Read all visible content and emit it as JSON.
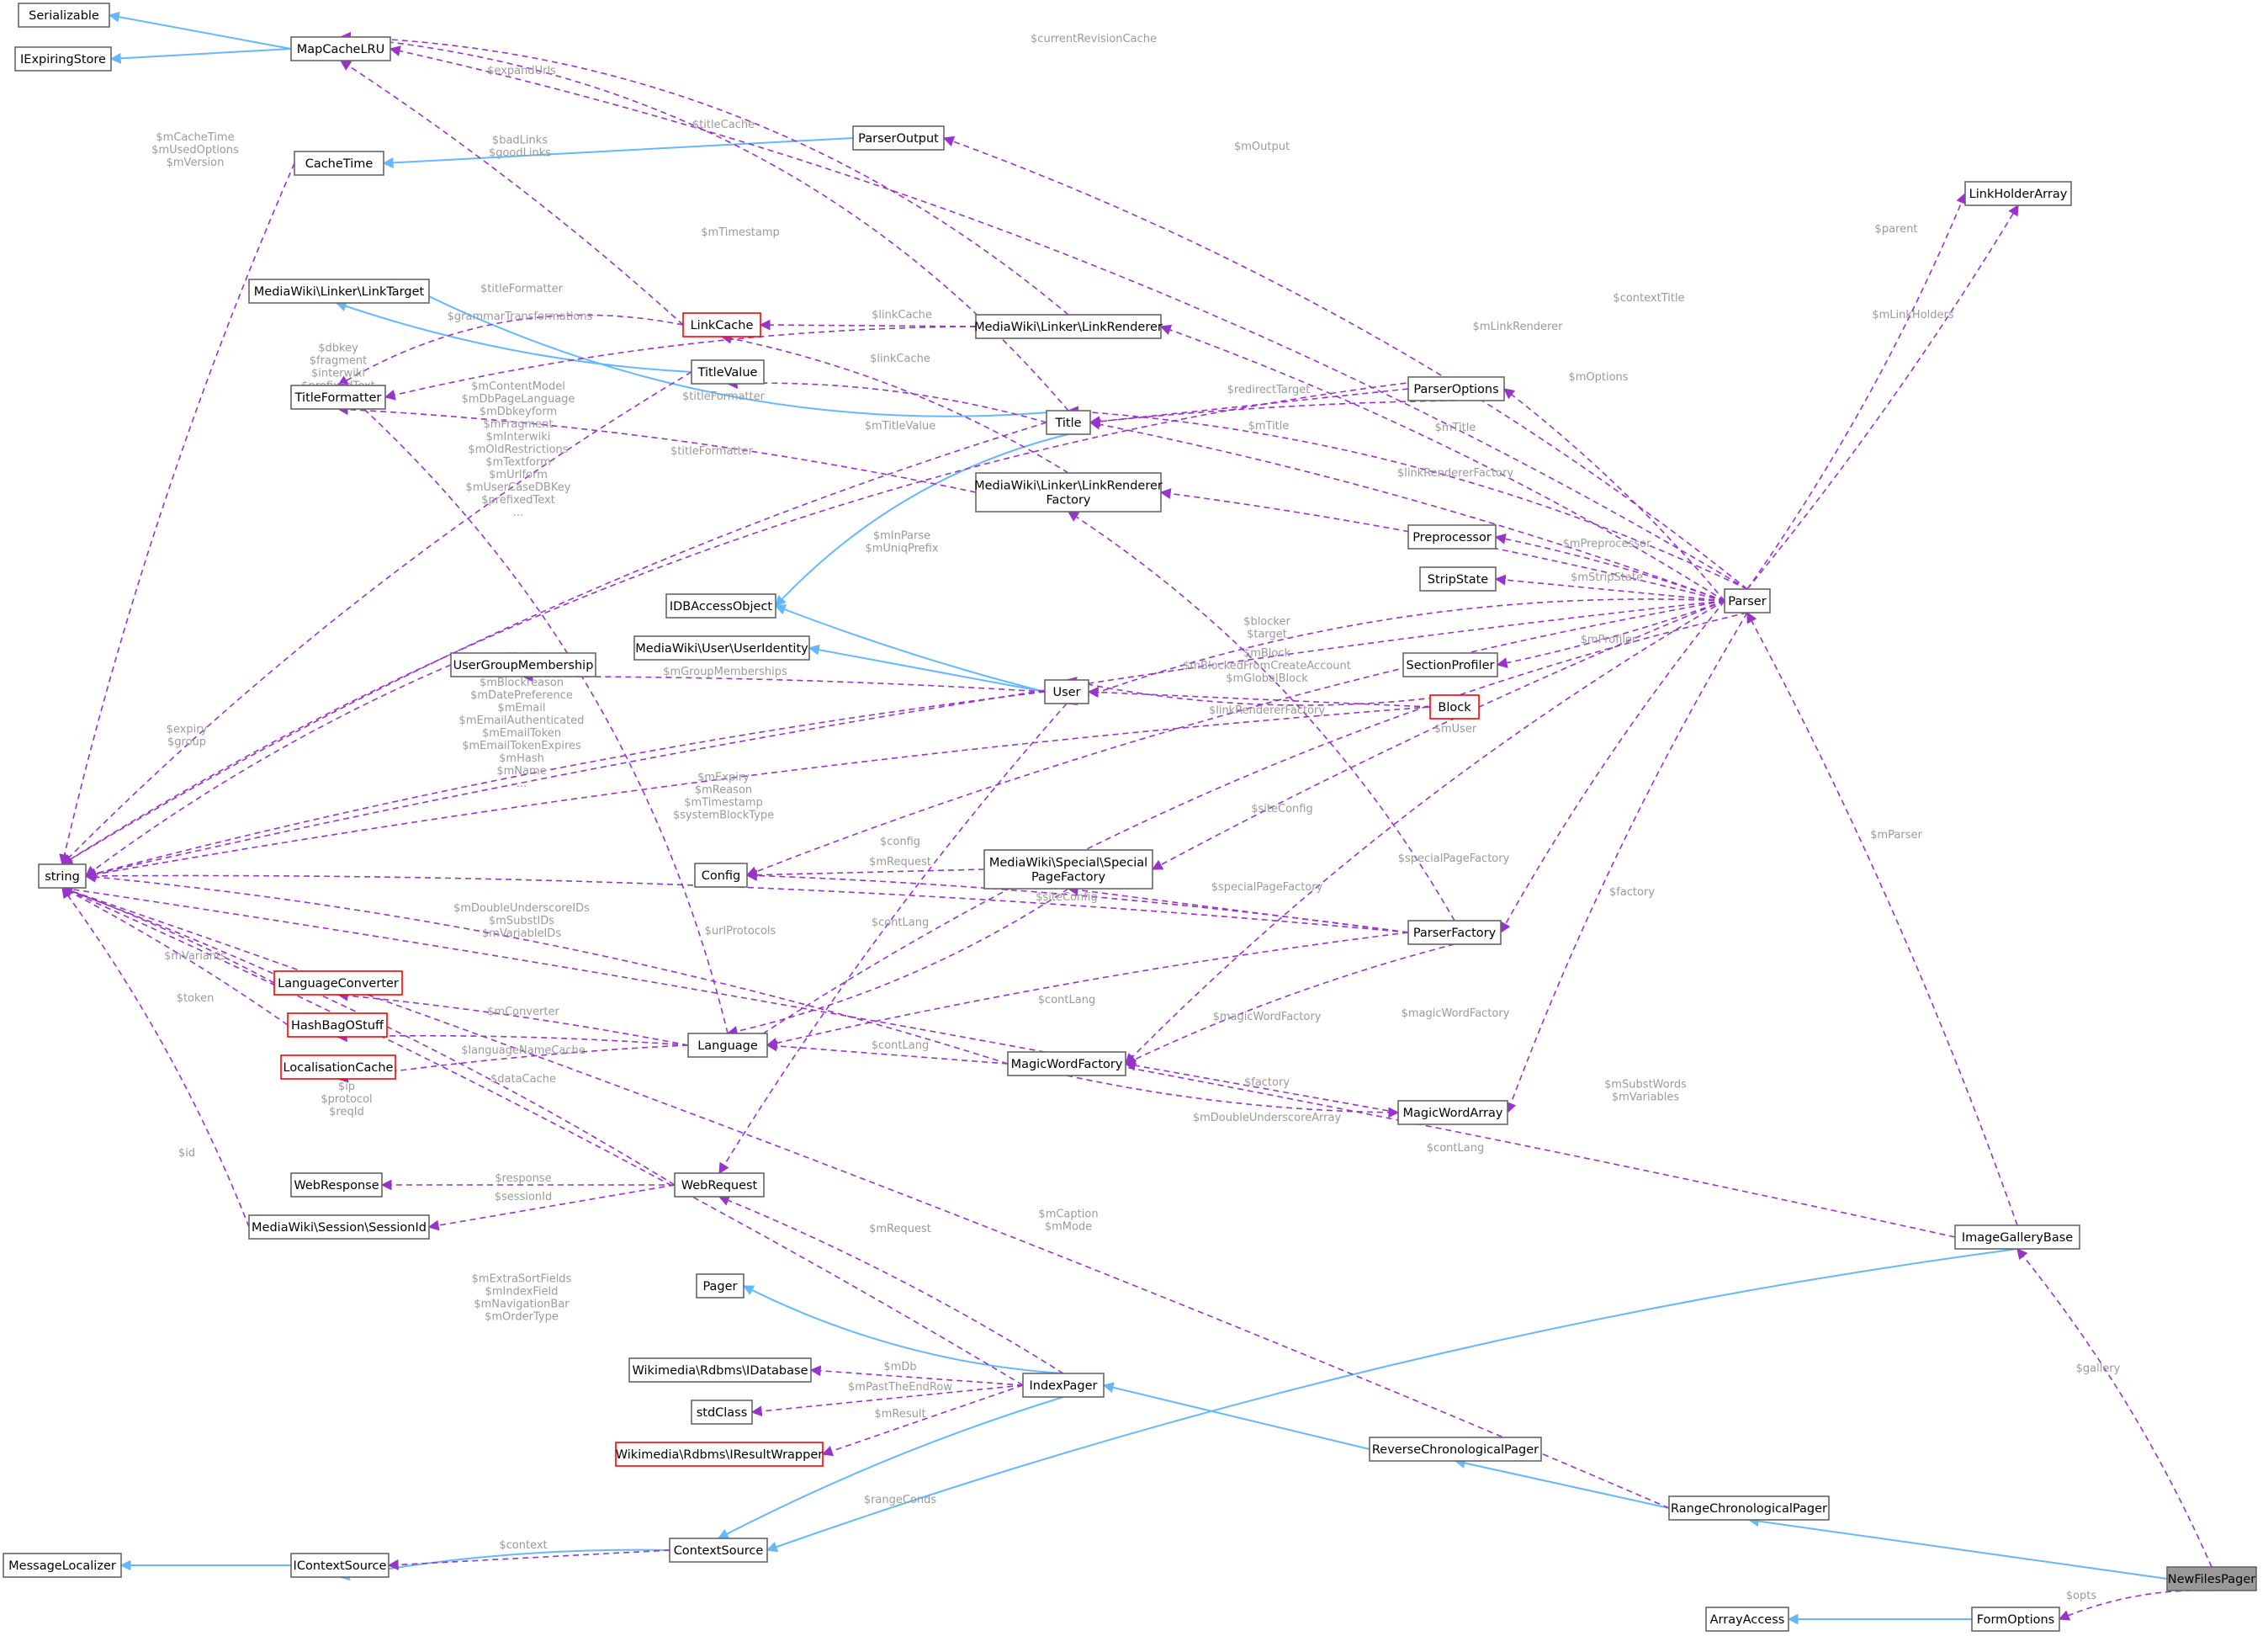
{
  "diagram": {
    "nodes": [
      {
        "id": "Serializable",
        "label": "Serializable"
      },
      {
        "id": "IExpiringStore",
        "label": "IExpiringStore"
      },
      {
        "id": "MapCacheLRU",
        "label": "MapCacheLRU"
      },
      {
        "id": "CacheTime",
        "label": "CacheTime"
      },
      {
        "id": "ParserOutput",
        "label": "ParserOutput"
      },
      {
        "id": "LinkTarget",
        "label": "MediaWiki\\Linker\\LinkTarget"
      },
      {
        "id": "LinkCache",
        "label": "LinkCache"
      },
      {
        "id": "LinkRenderer",
        "label": "MediaWiki\\Linker\\LinkRenderer"
      },
      {
        "id": "TitleValue",
        "label": "TitleValue"
      },
      {
        "id": "TitleFormatter",
        "label": "TitleFormatter"
      },
      {
        "id": "Title",
        "label": "Title"
      },
      {
        "id": "ParserOptions",
        "label": "ParserOptions"
      },
      {
        "id": "LinkRendererFactory",
        "label": "MediaWiki\\Linker\\LinkRenderer\nFactory"
      },
      {
        "id": "LinkHolderArray",
        "label": "LinkHolderArray"
      },
      {
        "id": "Preprocessor",
        "label": "Preprocessor"
      },
      {
        "id": "StripState",
        "label": "StripState"
      },
      {
        "id": "Parser",
        "label": "Parser"
      },
      {
        "id": "SectionProfiler",
        "label": "SectionProfiler"
      },
      {
        "id": "IDBAccessObject",
        "label": "IDBAccessObject"
      },
      {
        "id": "UserIdentity",
        "label": "MediaWiki\\User\\UserIdentity"
      },
      {
        "id": "UserGroupMembership",
        "label": "UserGroupMembership"
      },
      {
        "id": "User",
        "label": "User"
      },
      {
        "id": "Block",
        "label": "Block"
      },
      {
        "id": "string",
        "label": "string"
      },
      {
        "id": "Config",
        "label": "Config"
      },
      {
        "id": "SpecialPageFactory",
        "label": "MediaWiki\\Special\\Special\nPageFactory"
      },
      {
        "id": "ParserFactory",
        "label": "ParserFactory"
      },
      {
        "id": "LanguageConverter",
        "label": "LanguageConverter"
      },
      {
        "id": "HashBagOStuff",
        "label": "HashBagOStuff"
      },
      {
        "id": "LocalisationCache",
        "label": "LocalisationCache"
      },
      {
        "id": "Language",
        "label": "Language"
      },
      {
        "id": "MagicWordFactory",
        "label": "MagicWordFactory"
      },
      {
        "id": "MagicWordArray",
        "label": "MagicWordArray"
      },
      {
        "id": "WebResponse",
        "label": "WebResponse"
      },
      {
        "id": "WebRequest",
        "label": "WebRequest"
      },
      {
        "id": "SessionId",
        "label": "MediaWiki\\Session\\SessionId"
      },
      {
        "id": "ImageGalleryBase",
        "label": "ImageGalleryBase"
      },
      {
        "id": "Pager",
        "label": "Pager"
      },
      {
        "id": "IDatabase",
        "label": "Wikimedia\\Rdbms\\IDatabase"
      },
      {
        "id": "IndexPager",
        "label": "IndexPager"
      },
      {
        "id": "stdClass",
        "label": "stdClass"
      },
      {
        "id": "IResultWrapper",
        "label": "Wikimedia\\Rdbms\\IResultWrapper"
      },
      {
        "id": "ReverseChronologicalPager",
        "label": "ReverseChronologicalPager"
      },
      {
        "id": "RangeChronologicalPager",
        "label": "RangeChronologicalPager"
      },
      {
        "id": "MessageLocalizer",
        "label": "MessageLocalizer"
      },
      {
        "id": "IContextSource",
        "label": "IContextSource"
      },
      {
        "id": "ContextSource",
        "label": "ContextSource"
      },
      {
        "id": "NewFilesPager",
        "label": "NewFilesPager"
      },
      {
        "id": "ArrayAccess",
        "label": "ArrayAccess"
      },
      {
        "id": "FormOptions",
        "label": "FormOptions"
      }
    ],
    "edge_labels": [
      "$currentRevisionCache",
      "$expandUrls",
      "$titleCache",
      "$badLinks\n$goodLinks",
      "$mCacheTime\n$mUsedOptions\n$mVersion",
      "$mOutput",
      "$mTimestamp",
      "$titleFormatter",
      "$grammarTransformations",
      "$linkCache",
      "$linkCache",
      "$dbkey\n$fragment\n$interwiki\n$prefixedText",
      "$titleFormatter",
      "$mTitleValue",
      "$redirectTarget",
      "$mTitle",
      "$titleFormatter",
      "$mContentModel\n$mDbPageLanguage\n$mDbkeyform\n$mFragment\n$mInterwiki\n$mOldRestrictions\n$mTextform\n$mUrlform\n$mUserCaseDBKey\n$prefixedText\n...",
      "$mInParse\n$mUniqPrefix",
      "$contextTitle",
      "$mLinkRenderer",
      "$mOptions",
      "$mTitle",
      "$linkRendererFactory",
      "$parent",
      "$mLinkHolders",
      "$mPreprocessor",
      "$mStripState",
      "$mProfiler",
      "$blocker\n$target",
      "$mBlock\n$mBlockedFromCreateAccount\n$mGlobalBlock",
      "$mGroupMemberships",
      "$expiry\n$group",
      "$defOptLang\n$mBlockedby\n$mBlockreason\n$mDatePreference\n$mEmail\n$mEmailAuthenticated\n$mEmailToken\n$mEmailTokenExpires\n$mHash\n$mName\n...",
      "$linkRendererFactory",
      "$mUser",
      "$mExpiry\n$mReason\n$mTimestamp\n$systemBlockType",
      "$siteConfig",
      "$config",
      "$mRequest",
      "$siteConfig",
      "$specialPageFactory",
      "$specialPageFactory",
      "$mDoubleUnderscoreIDs\n$mSubstIDs\n$mVariableIDs",
      "$urlProtocols",
      "$contLang",
      "$factory",
      "$mVariants",
      "$mConverter",
      "$contLang",
      "$token",
      "$languageNameCache",
      "$contLang",
      "$magicWordFactory",
      "$magicWordFactory",
      "$dataCache",
      "$factory",
      "$ip\n$protocol\n$reqId",
      "$mDoubleUnderscoreArray",
      "$mSubstWords\n$mVariables",
      "$mParser",
      "$contLang",
      "$id",
      "$response",
      "$sessionId",
      "$mCaption\n$mMode",
      "$mRequest",
      "$mExtraSortFields\n$mIndexField\n$mNavigationBar\n$mOrderType",
      "$mDb",
      "$mPastTheEndRow",
      "$mResult",
      "$gallery",
      "$rangeConds",
      "$context",
      "$opts"
    ]
  }
}
